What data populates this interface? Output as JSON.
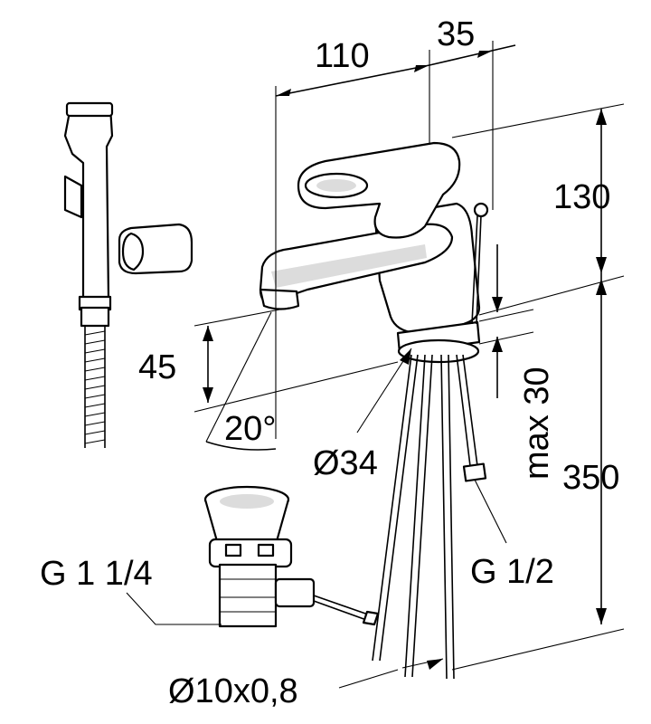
{
  "labels": {
    "width_spout": "110",
    "width_offset": "35",
    "height_top": "130",
    "height_bottom": "350",
    "spout_height": "45",
    "angle": "20°",
    "diameter_base": "Ø34",
    "max_thickness": "max 30",
    "thread_large": "G 1 1/4",
    "thread_small": "G 1/2",
    "hose_size": "Ø10x0,8"
  }
}
